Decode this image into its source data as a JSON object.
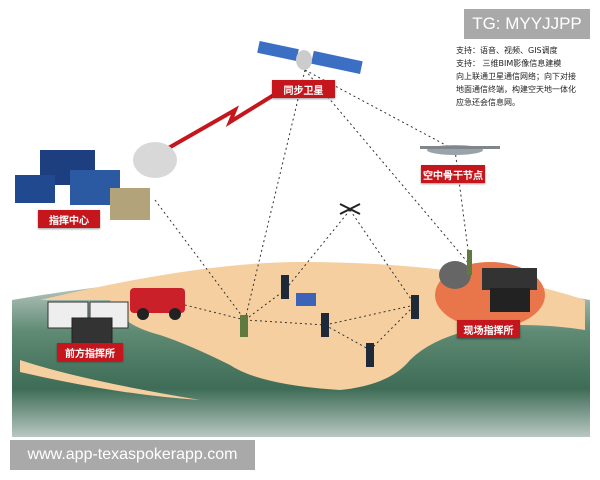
{
  "watermark_top": "TG: MYYJJPP",
  "description": [
    "支持：语音、视频、GIS调度",
    "支持： 三维BIM影像信息建模",
    "向上联通卫星通信网络；向下对接",
    "地面通信终端，构建空天地一体化",
    "应急还会信息网。"
  ],
  "labels": {
    "satellite": "同步卫星",
    "air_node": "空中骨干节点",
    "command_center": "指挥中心",
    "forward_post": "前方指挥所",
    "field_post": "现场指挥所"
  },
  "watermark_bottom": "www.app-texaspokerapp.com",
  "colors": {
    "label_bg": "#c4161c",
    "map_land": "#f5cf9f",
    "terrain": "#4f7d63",
    "field_circle": "#e8764a"
  }
}
